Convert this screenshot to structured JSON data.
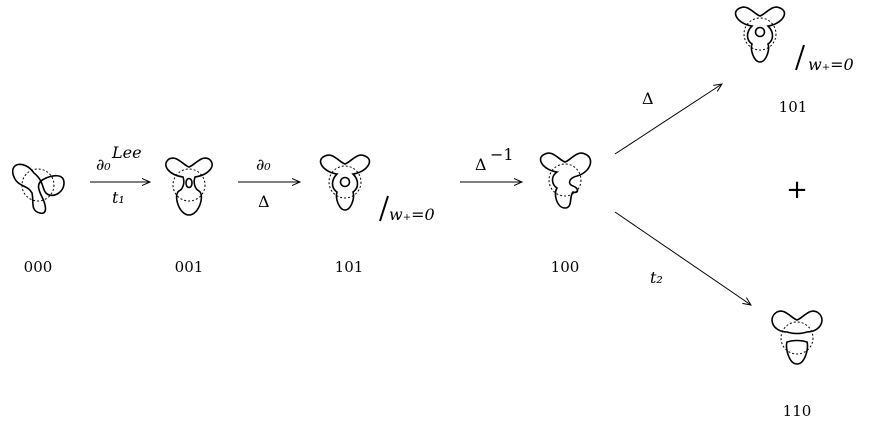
{
  "states": [
    {
      "id": "000",
      "label": "000"
    },
    {
      "id": "001",
      "label": "001"
    },
    {
      "id": "101-quot",
      "label": "101",
      "quotient": "w₊=0"
    },
    {
      "id": "100",
      "label": "100"
    },
    {
      "id": "101-top",
      "label": "101",
      "quotient": "w₊=0"
    },
    {
      "id": "110",
      "label": "110"
    }
  ],
  "maps": [
    {
      "id": "a1",
      "top": "∂₀",
      "top_sup": "Lee",
      "bottom": "t₁"
    },
    {
      "id": "a2",
      "top": "∂₀",
      "bottom": "Δ"
    },
    {
      "id": "a3",
      "top": "Δ",
      "top_sup": "−1"
    },
    {
      "id": "a4",
      "label": "Δ"
    },
    {
      "id": "a5",
      "label": "t₂"
    }
  ],
  "sum_symbol": "+"
}
